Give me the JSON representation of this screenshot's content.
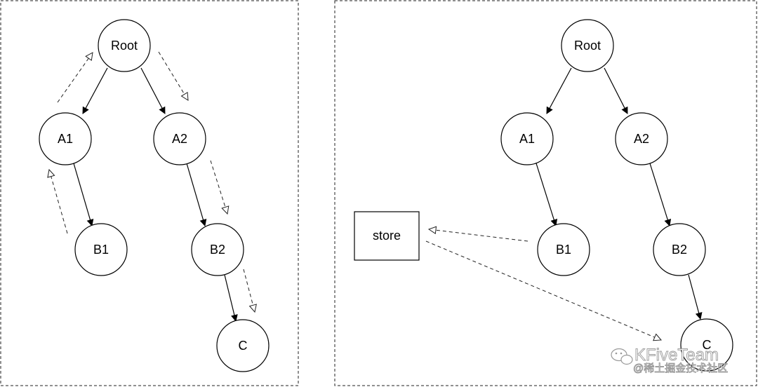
{
  "colors": {
    "stroke": "#000000",
    "node_fill": "#ffffff",
    "dashed_arrow": "#222222",
    "panel_border": "#222222",
    "watermark": "#9a9a9a"
  },
  "left_panel": {
    "nodes": {
      "root": "Root",
      "a1": "A1",
      "a2": "A2",
      "b1": "B1",
      "b2": "B2",
      "c": "C"
    }
  },
  "right_panel": {
    "nodes": {
      "root": "Root",
      "a1": "A1",
      "a2": "A2",
      "b1": "B1",
      "b2": "B2",
      "c": "C"
    },
    "store_label": "store"
  },
  "watermark": {
    "line1": "KFiveTeam",
    "line2": "@稀土掘金技术社区",
    "icon": "wechat-icon"
  }
}
